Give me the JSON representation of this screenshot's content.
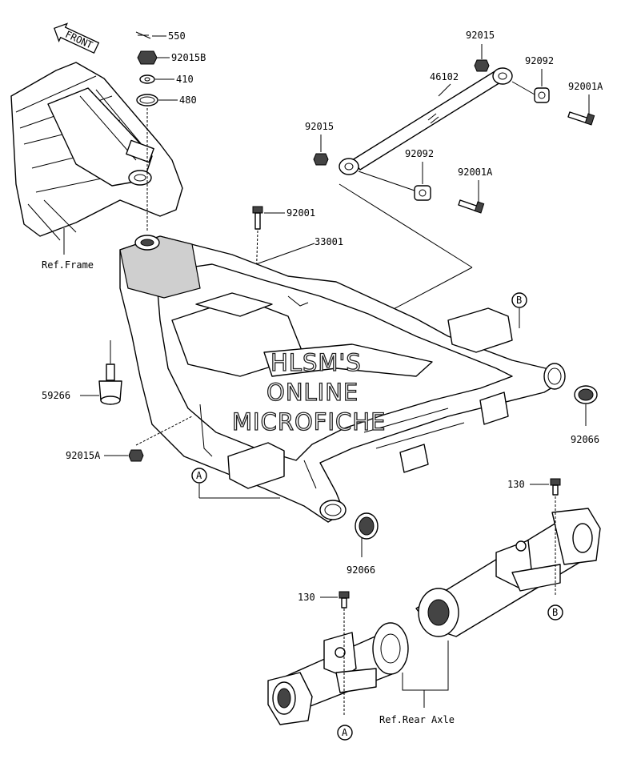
{
  "watermark": {
    "line1": "HLSM'S",
    "line2": "ONLINE",
    "line3": "MICROFICHE"
  },
  "front_arrow": {
    "text": "FRONT"
  },
  "references": {
    "frame": "Ref.Frame",
    "rear_axle": "Ref.Rear Axle"
  },
  "callouts": {
    "A": "A",
    "B": "B"
  },
  "parts": {
    "p550": "550",
    "p92015B": "92015B",
    "p410": "410",
    "p480": "480",
    "p92015_top": "92015",
    "p46102": "46102",
    "p92092_top": "92092",
    "p92001A_top": "92001A",
    "p92015_mid": "92015",
    "p92092_mid": "92092",
    "p92001A_mid": "92001A",
    "p92001": "92001",
    "p33001": "33001",
    "p59266": "59266",
    "p92015A": "92015A",
    "p92066_right": "92066",
    "p92066_bottom": "92066",
    "p130_right": "130",
    "p130_left": "130"
  }
}
